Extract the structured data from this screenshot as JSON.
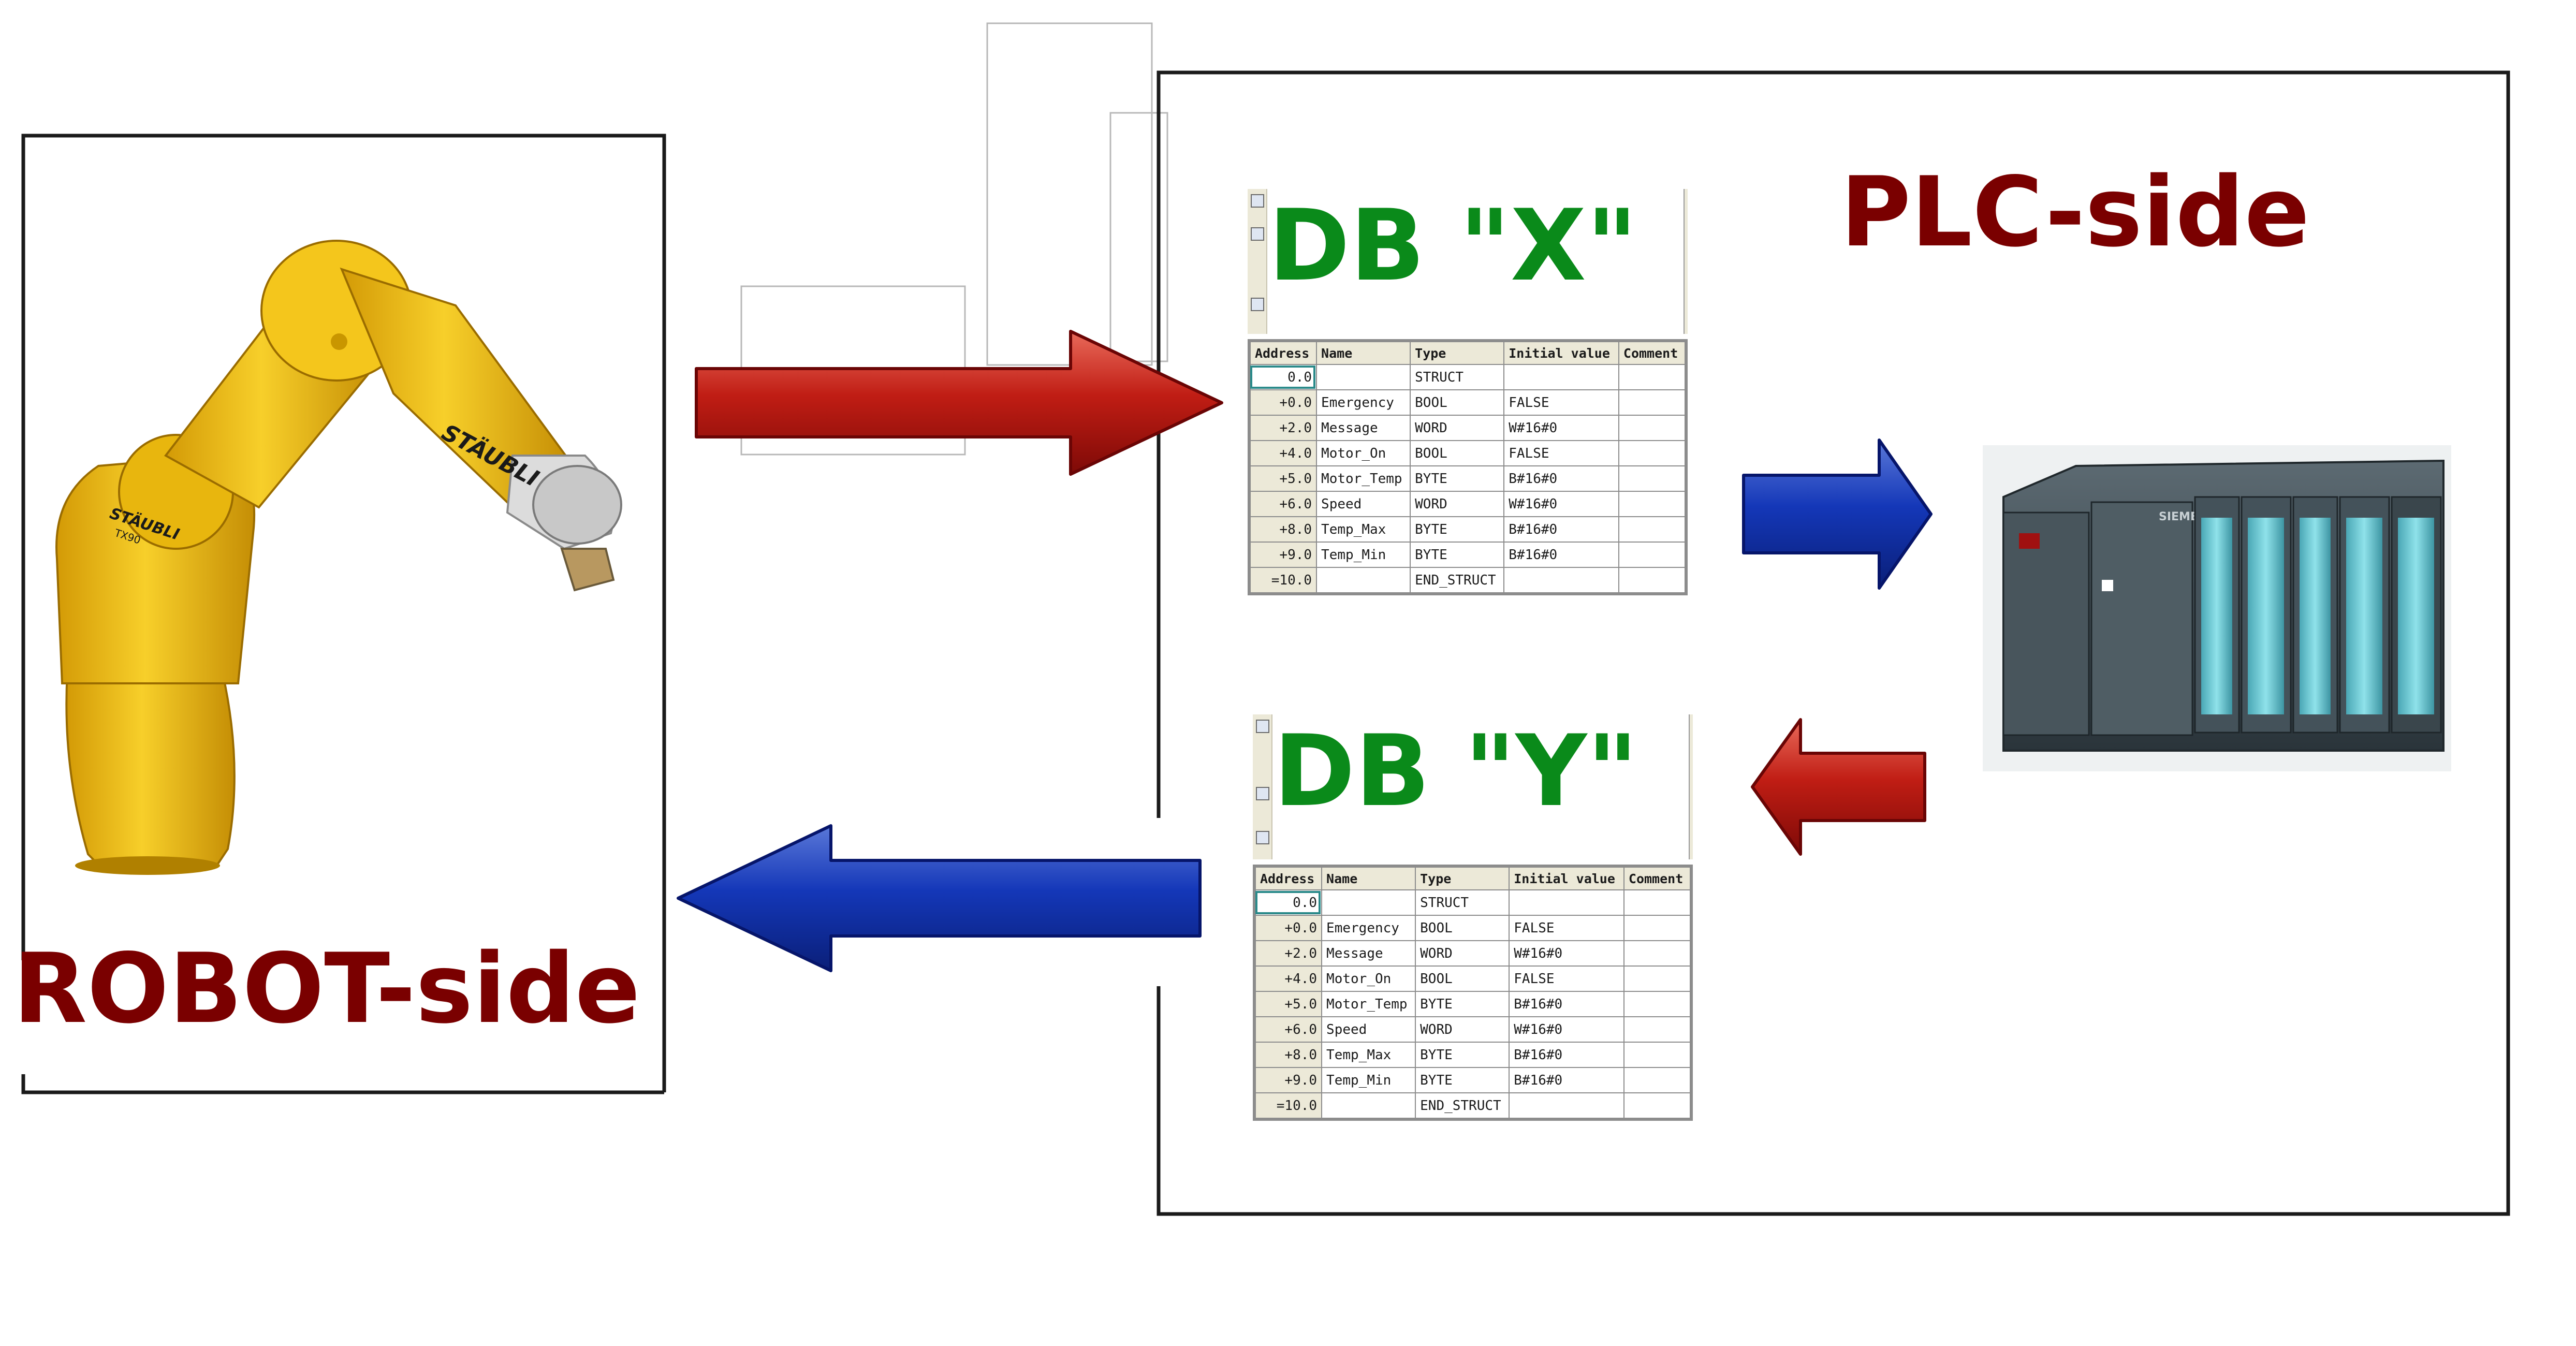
{
  "colors": {
    "side_label": "#7a0000",
    "db_title": "#0a8a1a",
    "arrow_red": "#b01212",
    "arrow_blue": "#0d2aa8",
    "robot_yellow": "#f2c21a",
    "plc_body": "#3c4a52",
    "plc_module_accent": "#5fc4d0"
  },
  "robot_side": {
    "label": "ROBOT-side",
    "image_icon": "robot-arm-icon",
    "brand": "STÄUBLI",
    "model": "TX90"
  },
  "plc_side": {
    "label": "PLC-side",
    "image_icon": "plc-rack-icon",
    "brand": "SIEMENS"
  },
  "db_x": {
    "title": "DB \"X\"",
    "headers": [
      "Address",
      "Name",
      "Type",
      "Initial value",
      "Comment"
    ],
    "rows": [
      [
        "0.0",
        "",
        "STRUCT",
        "",
        ""
      ],
      [
        "+0.0",
        "Emergency",
        "BOOL",
        "FALSE",
        ""
      ],
      [
        "+2.0",
        "Message",
        "WORD",
        "W#16#0",
        ""
      ],
      [
        "+4.0",
        "Motor_On",
        "BOOL",
        "FALSE",
        ""
      ],
      [
        "+5.0",
        "Motor_Temp",
        "BYTE",
        "B#16#0",
        ""
      ],
      [
        "+6.0",
        "Speed",
        "WORD",
        "W#16#0",
        ""
      ],
      [
        "+8.0",
        "Temp_Max",
        "BYTE",
        "B#16#0",
        ""
      ],
      [
        "+9.0",
        "Temp_Min",
        "BYTE",
        "B#16#0",
        ""
      ],
      [
        "=10.0",
        "",
        "END_STRUCT",
        "",
        ""
      ]
    ]
  },
  "db_y": {
    "title": "DB \"Y\"",
    "headers": [
      "Address",
      "Name",
      "Type",
      "Initial value",
      "Comment"
    ],
    "rows": [
      [
        "0.0",
        "",
        "STRUCT",
        "",
        ""
      ],
      [
        "+0.0",
        "Emergency",
        "BOOL",
        "FALSE",
        ""
      ],
      [
        "+2.0",
        "Message",
        "WORD",
        "W#16#0",
        ""
      ],
      [
        "+4.0",
        "Motor_On",
        "BOOL",
        "FALSE",
        ""
      ],
      [
        "+5.0",
        "Motor_Temp",
        "BYTE",
        "B#16#0",
        ""
      ],
      [
        "+6.0",
        "Speed",
        "WORD",
        "W#16#0",
        ""
      ],
      [
        "+8.0",
        "Temp_Max",
        "BYTE",
        "B#16#0",
        ""
      ],
      [
        "+9.0",
        "Temp_Min",
        "BYTE",
        "B#16#0",
        ""
      ],
      [
        "=10.0",
        "",
        "END_STRUCT",
        "",
        ""
      ]
    ]
  },
  "arrows": [
    {
      "name": "arrow-robot-to-db-x",
      "direction": "right",
      "color": "red"
    },
    {
      "name": "arrow-db-x-to-plc",
      "direction": "right",
      "color": "blue"
    },
    {
      "name": "arrow-plc-to-db-y",
      "direction": "left",
      "color": "red"
    },
    {
      "name": "arrow-db-y-to-robot",
      "direction": "left",
      "color": "blue"
    }
  ]
}
